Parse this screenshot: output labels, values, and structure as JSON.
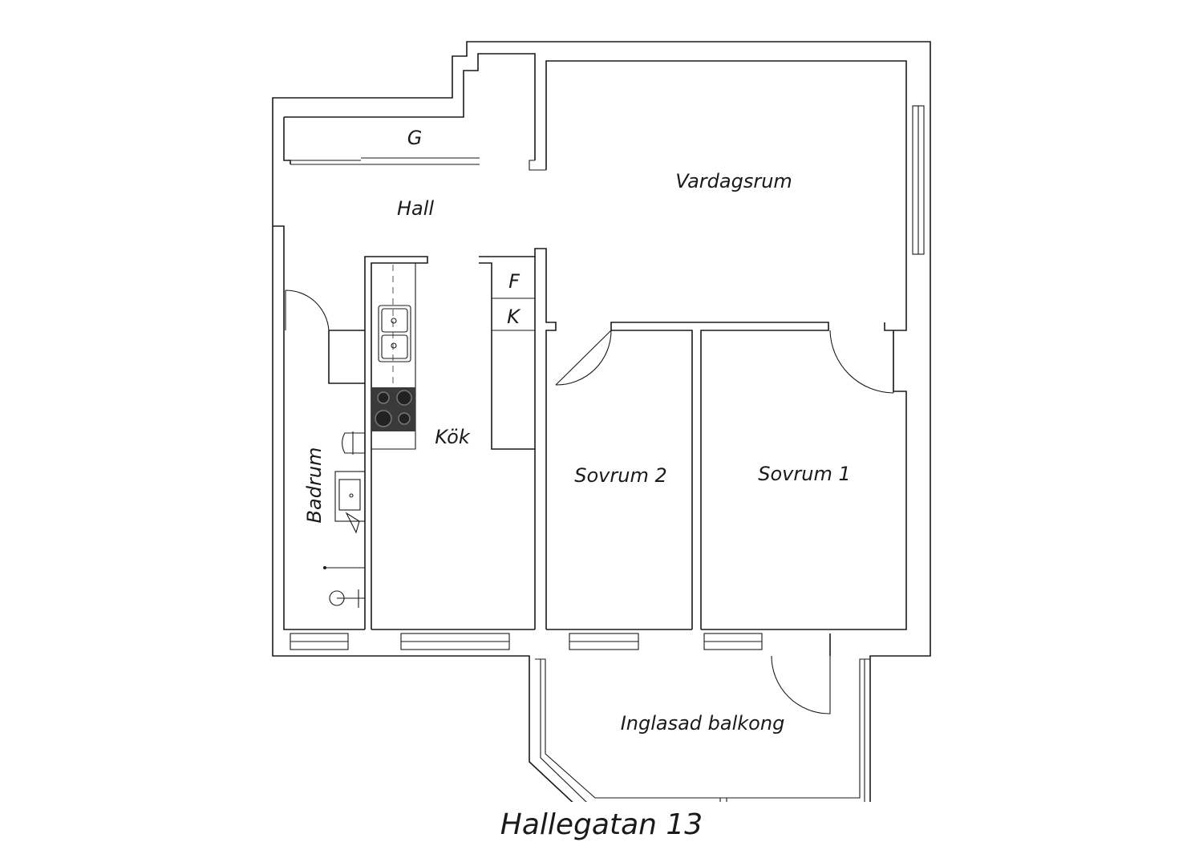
{
  "rooms": {
    "g": "G",
    "hall": "Hall",
    "vardagsrum": "Vardagsrum",
    "f": "F",
    "k": "K",
    "kok": "Kök",
    "badrum": "Badrum",
    "sovrum2": "Sovrum 2",
    "sovrum1": "Sovrum 1",
    "balkong": "Inglasad balkong"
  },
  "title": "Hallegatan 13"
}
